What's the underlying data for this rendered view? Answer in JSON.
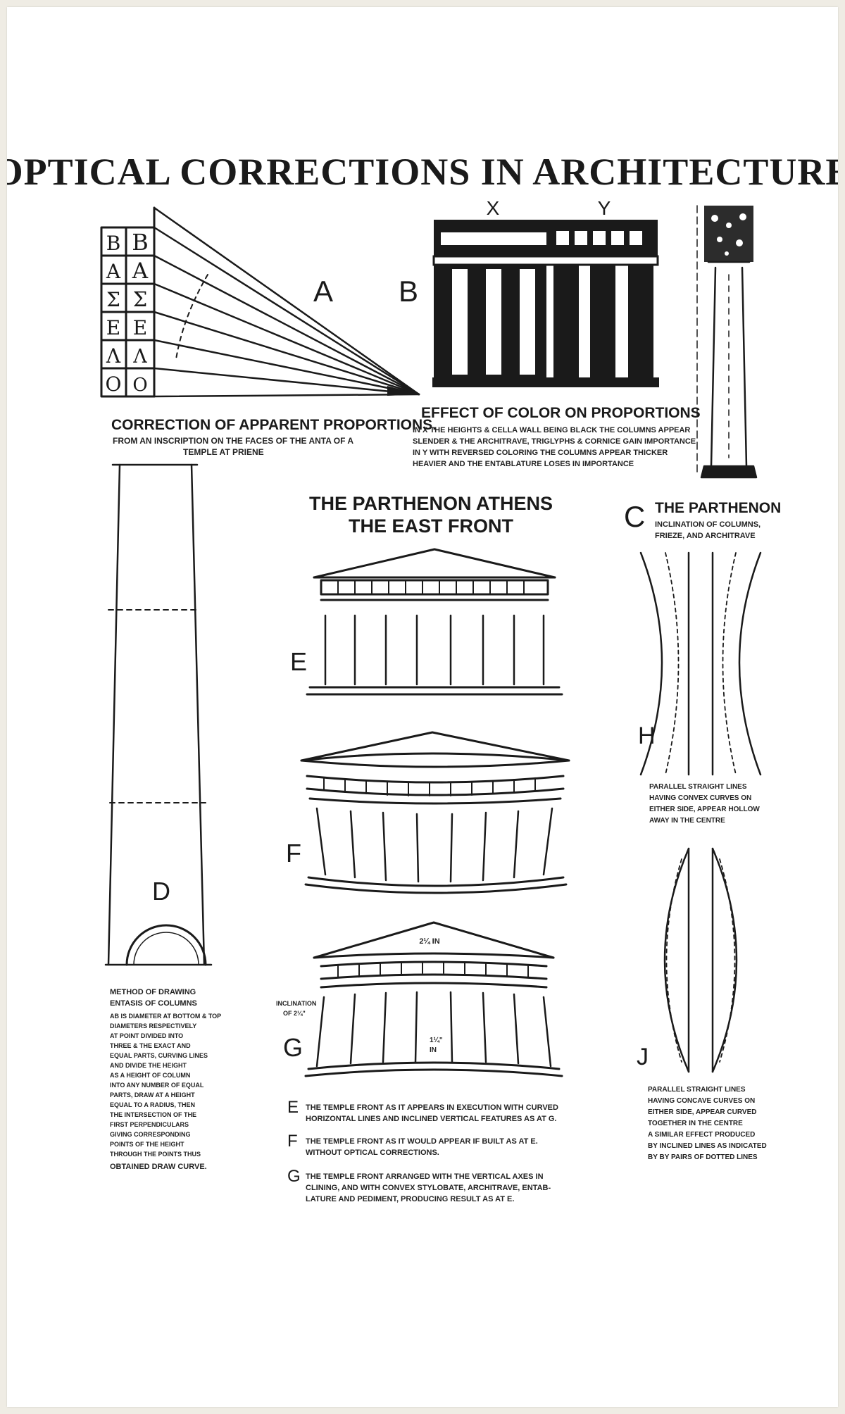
{
  "title": "OPTICAL CORRECTIONS IN ARCHITECTURE",
  "panel_a": {
    "letter": "A",
    "greek_letters": [
      "Β",
      "Α",
      "Σ",
      "Ε",
      "Λ",
      "Ο"
    ],
    "caption_title": "CORRECTION OF APPARENT PROPORTIONS.",
    "caption_lines": [
      "FROM AN INSCRIPTION ON THE FACES OF THE ANTA OF A",
      "TEMPLE AT PRIENE"
    ]
  },
  "panel_b": {
    "letter": "B",
    "label_x": "X",
    "label_y": "Y",
    "caption_title": "EFFECT OF COLOR ON PROPORTIONS",
    "caption_lines": [
      "IN X THE HEIGHTS & CELLA WALL BEING BLACK THE COLUMNS APPEAR",
      "SLENDER & THE ARCHITRAVE, TRIGLYPHS & CORNICE GAIN IMPORTANCE",
      "IN Y WITH REVERSED COLORING THE COLUMNS APPEAR THICKER",
      "HEAVIER AND THE ENTABLATURE LOSES IN IMPORTANCE"
    ]
  },
  "panel_c": {
    "letter": "C",
    "title": "THE PARTHENON",
    "lines": [
      "INCLINATION OF COLUMNS,",
      "FRIEZE, AND ARCHITRAVE"
    ]
  },
  "panel_d": {
    "letter": "D",
    "caption_lines": [
      "METHOD OF DRAWING",
      "ENTASIS OF COLUMNS",
      "AB IS DIAMETER AT BOTTOM & TOP",
      "DIAMETERS RESPECTIVELY",
      "AT POINT DIVIDED INTO",
      "THREE & THE EXACT AND",
      "EQUAL PARTS, CURVING LINES",
      "AND DIVIDE THE HEIGHT",
      "AS A HEIGHT OF COLUMN",
      "INTO ANY NUMBER OF EQUAL",
      "PARTS, DRAW AT A HEIGHT",
      "EQUAL TO A RADIUS, THEN",
      "THE INTERSECTION OF THE",
      "FIRST PERPENDICULARS",
      "GIVING CORRESPONDING",
      "POINTS OF THE HEIGHT",
      "THROUGH THE POINTS THUS",
      "OBTAINED DRAW CURVE."
    ]
  },
  "parthenon": {
    "title_line1": "THE PARTHENON ATHENS",
    "title_line2": "THE EAST FRONT",
    "label_e": "E",
    "label_f": "F",
    "label_g": "G",
    "g_top_note": "2¼ IN",
    "g_side_note_1": "INCLINATION",
    "g_side_note_2": "OF 2¼\"",
    "g_center_note_1": "1¼\"",
    "g_center_note_2": "IN"
  },
  "panel_h": {
    "letter": "H",
    "caption_lines": [
      "PARALLEL STRAIGHT LINES",
      "HAVING CONVEX CURVES ON",
      "EITHER SIDE, APPEAR HOLLOW",
      "AWAY IN THE CENTRE"
    ]
  },
  "panel_j": {
    "letter": "J",
    "caption_lines": [
      "PARALLEL STRAIGHT LINES",
      "HAVING CONCAVE CURVES ON",
      "EITHER SIDE, APPEAR CURVED",
      "TOGETHER IN THE CENTRE",
      "A SIMILAR EFFECT PRODUCED",
      "BY INCLINED LINES AS INDICATED",
      "BY BY PAIRS OF DOTTED LINES"
    ]
  },
  "legend": [
    {
      "key": "E",
      "lines": [
        "THE TEMPLE FRONT AS IT APPEARS IN EXECUTION WITH CURVED",
        "HORIZONTAL LINES AND INCLINED VERTICAL FEATURES AS AT G."
      ]
    },
    {
      "key": "F",
      "lines": [
        "THE TEMPLE FRONT AS IT WOULD APPEAR IF BUILT AS AT E.",
        "WITHOUT OPTICAL CORRECTIONS."
      ]
    },
    {
      "key": "G",
      "lines": [
        "THE TEMPLE FRONT ARRANGED WITH THE VERTICAL AXES IN",
        "CLINING, AND WITH CONVEX STYLOBATE, ARCHITRAVE, ENTAB-",
        "LATURE AND PEDIMENT, PRODUCING RESULT AS AT E."
      ]
    }
  ]
}
